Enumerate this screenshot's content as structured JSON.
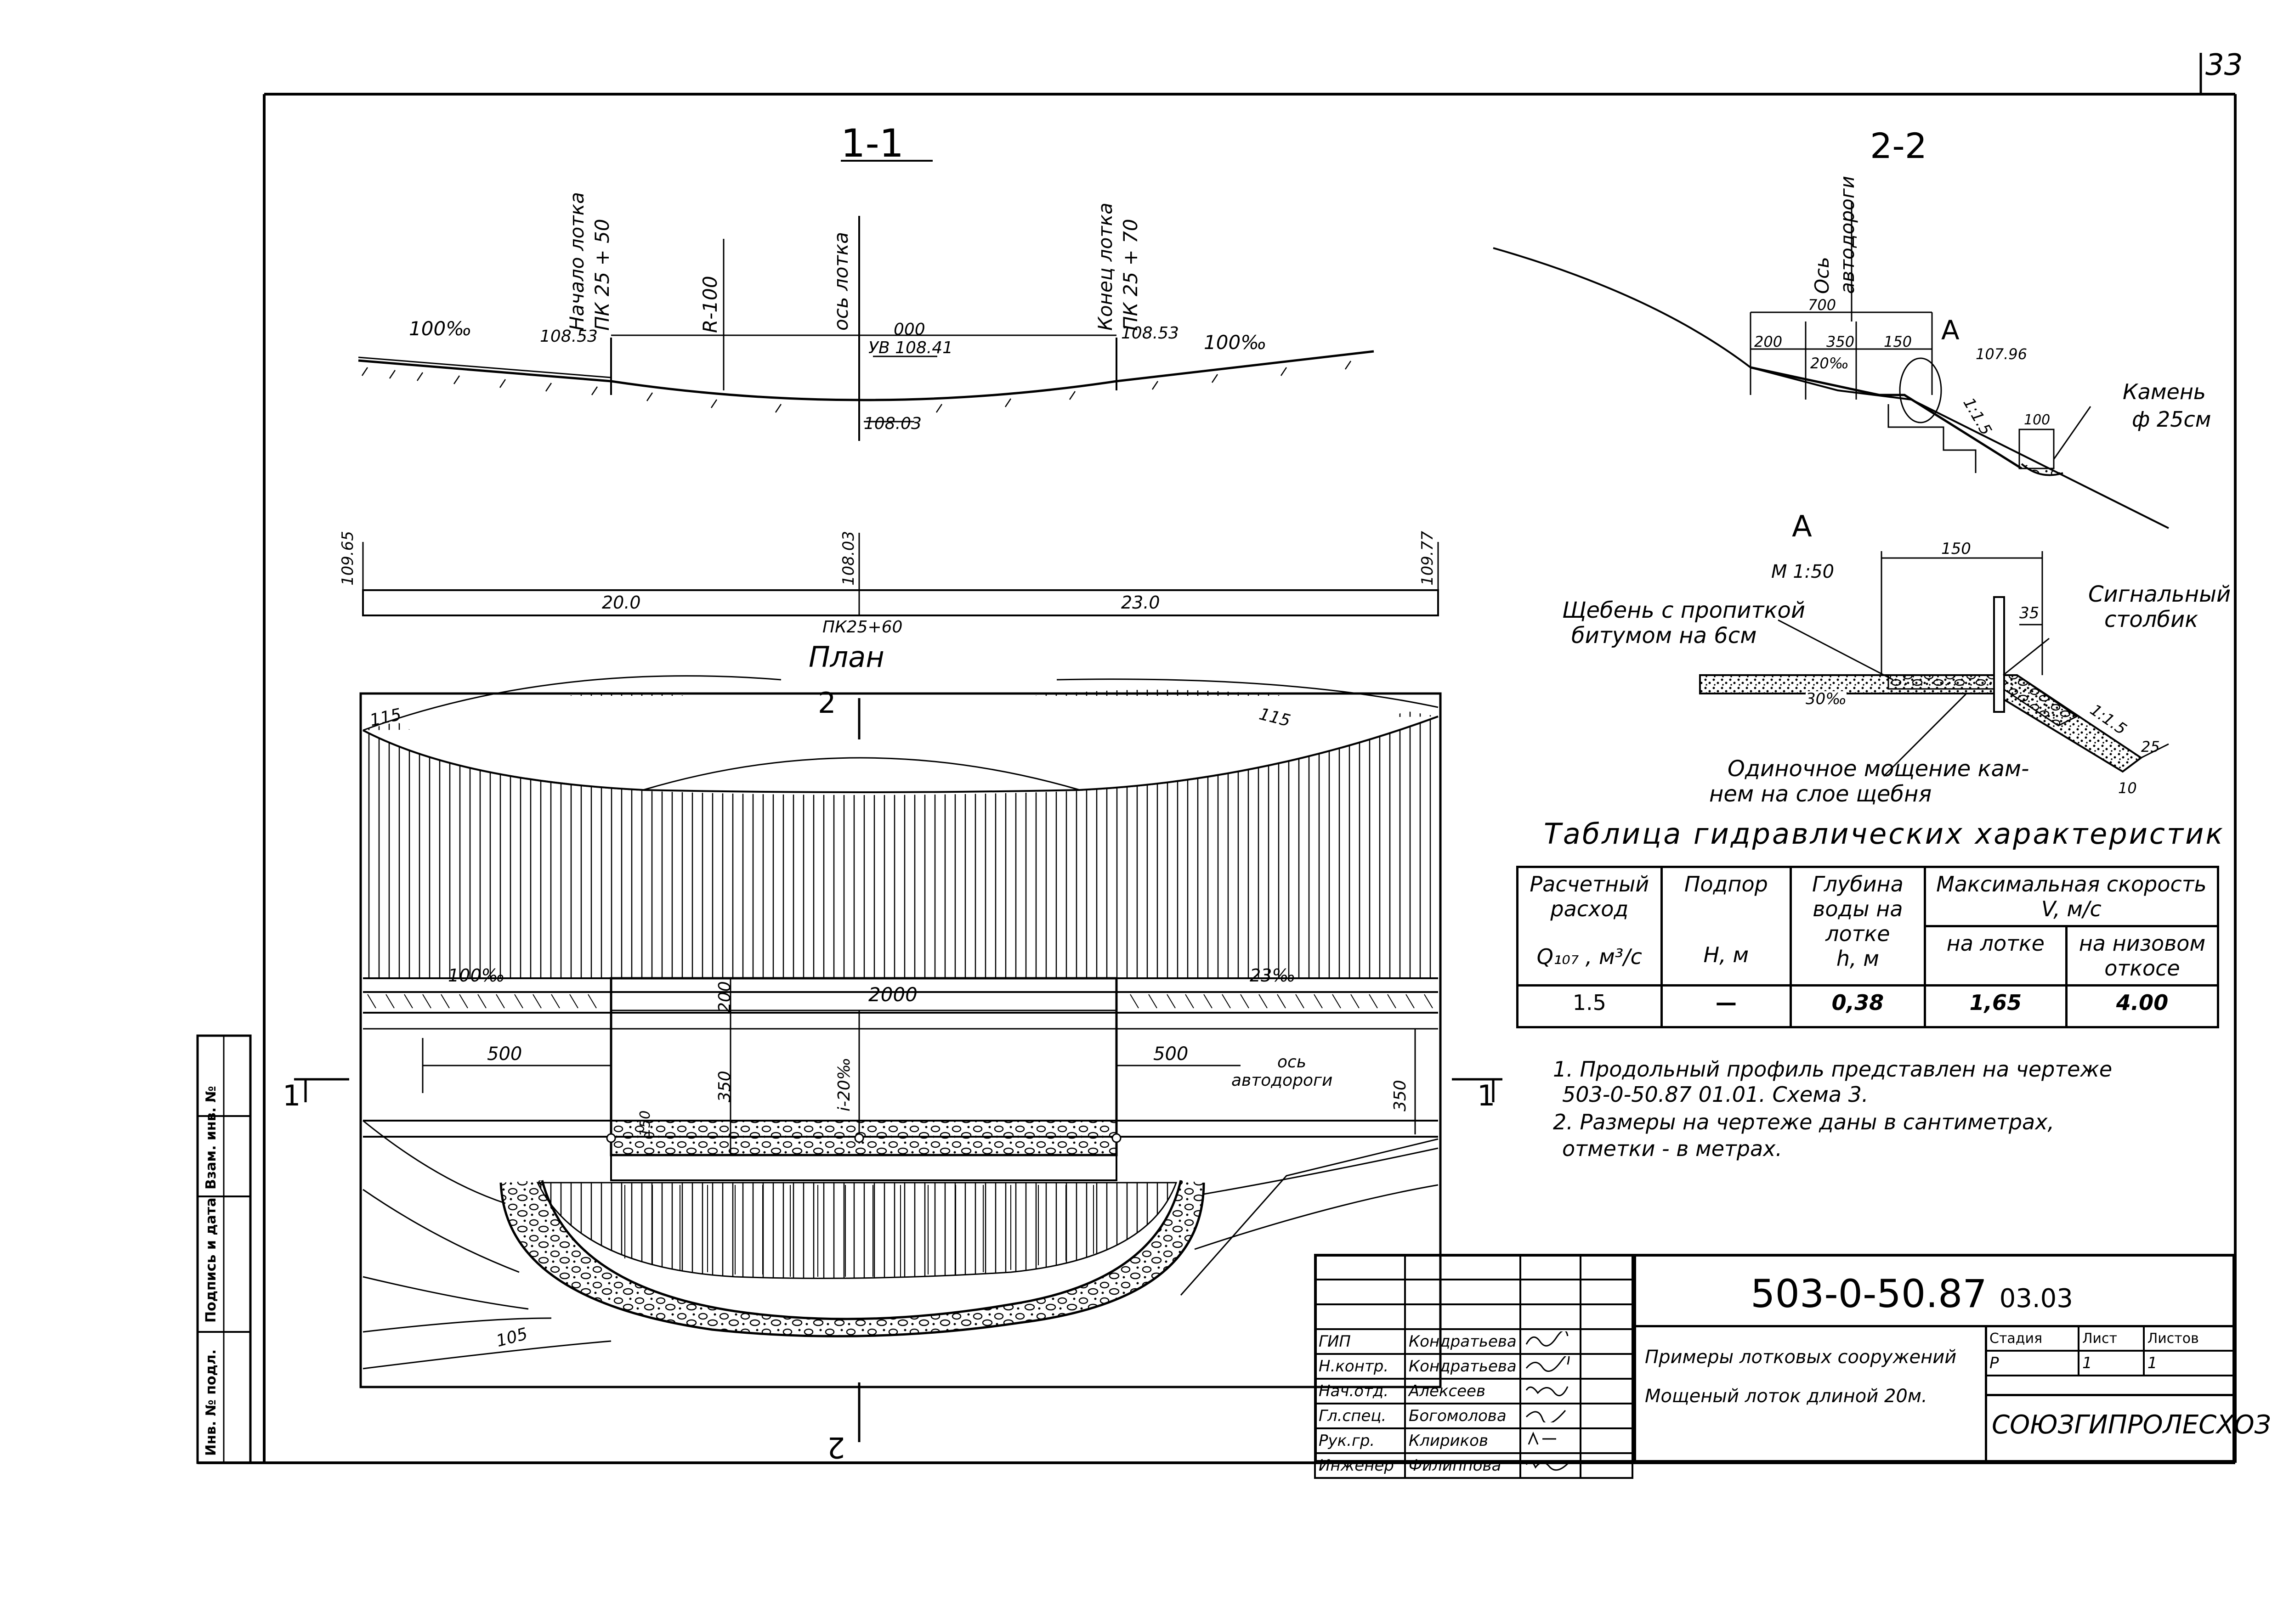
{
  "sheet": {
    "page_number": "33",
    "code_main": "503-0-50.87",
    "code_suffix": "03.03",
    "org": "СОЮЗГИПРОЛЕСХОЗ",
    "title_line1": "Примеры лотковых сооружений",
    "title_line2": "Мощеный лоток длиной 20м."
  },
  "left_margin": {
    "inv_podl": "Инв. № подл.",
    "podpis": "Подпись и дата",
    "vzam": "Взам. инв. №"
  },
  "section_1_1": {
    "title": "1-1",
    "start_label": "Начало лотка",
    "start_pk": "ПК 25 + 50",
    "axis_label": "ось лотка",
    "end_label": "Конец лотка",
    "end_pk": "ПК 25 + 70",
    "radius": "R-100",
    "slope_left": "100‰",
    "slope_right": "100‰",
    "elev_left": "108.53",
    "elev_right": "108.53",
    "zero": "000",
    "uv": "УВ 108.41",
    "bottom": "108.03",
    "strip_left_elev": "109.65",
    "strip_mid_elev": "108.03",
    "strip_right_elev": "109.77",
    "dist_left": "20.0",
    "dist_right": "23.0",
    "pk": "ПК25+60"
  },
  "section_2_2": {
    "title": "2-2",
    "road_axis_1": "Ось",
    "road_axis_2": "автодороги",
    "w700": "700",
    "w200": "200",
    "w350": "350",
    "w150": "150",
    "slope": "20‰",
    "callout": "А",
    "elev": "107.96",
    "ratio": "1:1.5",
    "w100": "100",
    "stone_1": "Камень",
    "stone_2": "ф 25см"
  },
  "detail_a": {
    "title": "А",
    "scale": "М 1:50",
    "w150": "150",
    "d35": "35",
    "gravel_1": "Щебень с пропиткой",
    "gravel_2": "битумом на 6см",
    "slope": "30‰",
    "post_1": "Сигнальный",
    "post_2": "столбик",
    "ratio": "1:1.5",
    "d25": "25",
    "d10": "10",
    "paving_1": "Одиночное мощение кам-",
    "paving_2": "нем на слое щебня"
  },
  "plan": {
    "title": "План",
    "mark_top": "2",
    "mark_bottom": "2",
    "mark_left": "1",
    "mark_right": "1",
    "contour_115a": "115",
    "contour_115b": "115",
    "contour_105": "105",
    "slope_left": "100‰",
    "slope_right": "23‰",
    "w2000": "2000",
    "d200": "200",
    "d350": "350",
    "d150": "150",
    "w500a": "500",
    "w500b": "500",
    "i20": "i-20‰",
    "axis_1": "ось",
    "axis_2": "автодороги",
    "d350r": "350"
  },
  "hydraulic_table": {
    "title": "Таблица гидравлических характеристик",
    "col_q_1": "Расчетный",
    "col_q_2": "расход",
    "col_q_3": "Q₁₀₇ , м³/с",
    "col_h_1": "Подпор",
    "col_h_3": "Н, м",
    "col_d_1": "Глубина",
    "col_d_2": "воды на",
    "col_d_3": "лотке",
    "col_d_4": "h, м",
    "col_v_1": "Максимальная скорость",
    "col_v_2": "V, м/с",
    "col_v_a": "на лотке",
    "col_v_b_1": "на низовом",
    "col_v_b_2": "откосе",
    "rows": [
      {
        "q": "1.5",
        "h": "—",
        "d": "0,38",
        "va": "1,65",
        "vb": "4.00"
      }
    ]
  },
  "notes": [
    "1. Продольный профиль представлен на чертеже",
    "503-0-50.87 01.01. Схема 3.",
    "2. Размеры на чертеже даны в сантиметрах,",
    "отметки - в метрах."
  ],
  "stamp": {
    "roles": [
      "ГИП",
      "Н.контр.",
      "Нач.отд.",
      "Гл.спец.",
      "Рук.гр.",
      "Инженер"
    ],
    "names": [
      "Кондратьева",
      "Кондратьева",
      "Алексеев",
      "Богомолова",
      "Клириков",
      "Филиппова"
    ],
    "stage_label": "Стадия",
    "sheet_label": "Лист",
    "sheets_label": "Листов",
    "stage": "Р",
    "sheet": "1",
    "sheets": "1"
  }
}
